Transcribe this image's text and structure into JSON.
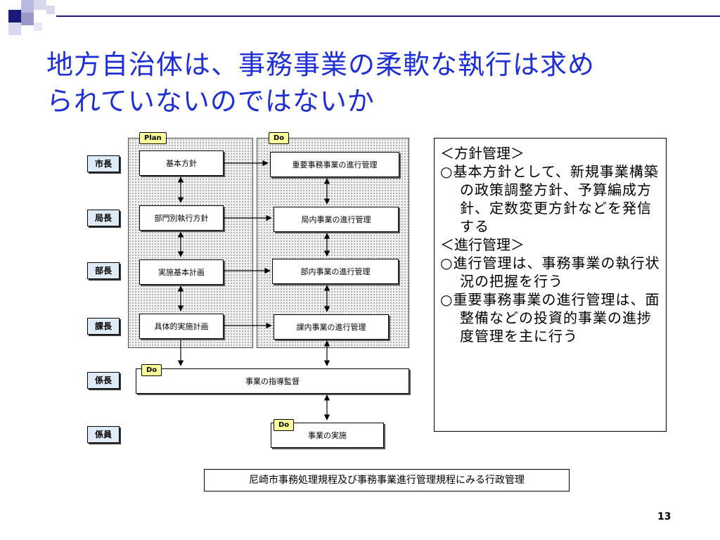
{
  "title": {
    "line1": "地方自治体は、事務事業の柔軟な執行は求め",
    "line2": "られていないのではないか"
  },
  "roles": [
    "市長",
    "局長",
    "部長",
    "課長",
    "係長",
    "係員"
  ],
  "tags": {
    "plan": "Plan",
    "do_panel": "Do",
    "do_supervise": "Do",
    "do_execute": "Do"
  },
  "plan_boxes": [
    "基本方針",
    "部門別執行方針",
    "実施基本計画",
    "具体的実施計画"
  ],
  "do_boxes": [
    "重要事務事業の進行管理",
    "局内事業の進行管理",
    "部内事業の進行管理",
    "課内事業の進行管理"
  ],
  "supervise_box": "事業の指導監督",
  "execute_box": "事業の実施",
  "note": {
    "heading1": "＜方針管理＞",
    "item1": "○基本方針として、新規事業構築の政策調整方針、予算編成方針、定数変更方針などを発信する",
    "heading2": "＜進行管理＞",
    "item2": "○進行管理は、事務事業の執行状況の把握を行う",
    "item3": "○重要事務事業の進行管理は、面整備などの投資的事業の進捗度管理を主に行う"
  },
  "caption": "尼崎市事務処理規程及び事務事業進行管理規程にみる行政管理",
  "page_number": "13",
  "colors": {
    "title": "#1f2fd6",
    "role_bg": "#dfeaf7",
    "tag_bg": "#ffff99",
    "deco_dark": "#1a1a7a",
    "deco_light": "#9999cc"
  }
}
